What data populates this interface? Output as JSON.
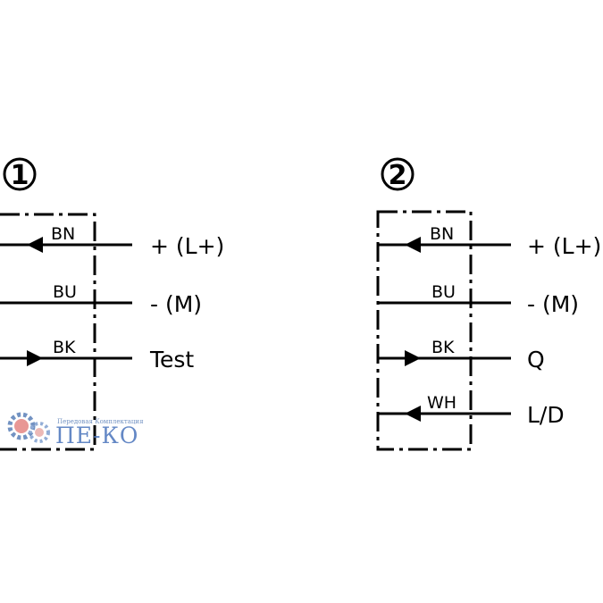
{
  "diagram1": {
    "number": "1",
    "wires": [
      {
        "code": "BN",
        "terminal": "+ (L+)",
        "arrow": "left"
      },
      {
        "code": "BU",
        "terminal": "- (M)",
        "arrow": "none"
      },
      {
        "code": "BK",
        "terminal": "Test",
        "arrow": "right"
      }
    ]
  },
  "diagram2": {
    "number": "2",
    "wires": [
      {
        "code": "BN",
        "terminal": "+ (L+)",
        "arrow": "left"
      },
      {
        "code": "BU",
        "terminal": "- (M)",
        "arrow": "none"
      },
      {
        "code": "BK",
        "terminal": "Q",
        "arrow": "right"
      },
      {
        "code": "WH",
        "terminal": "L/D",
        "arrow": "left"
      }
    ]
  },
  "watermark": {
    "tagline": "Передовая Комплектация",
    "brand": "ПЕ-КО"
  },
  "colors": {
    "line": "#000000",
    "watermark_blue": "#4a74bc",
    "watermark_red": "#d9534f"
  }
}
